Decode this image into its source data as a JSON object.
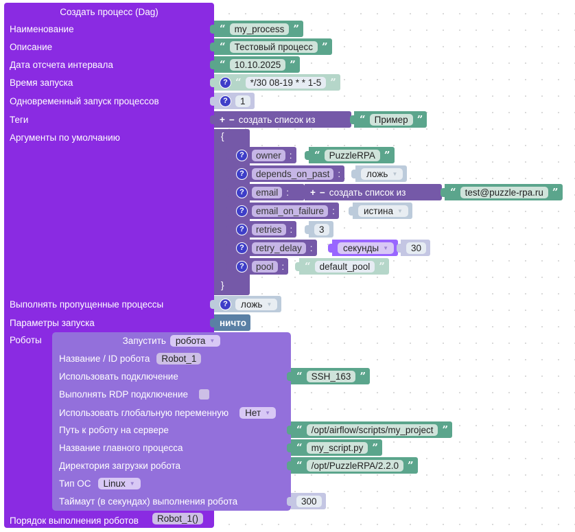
{
  "main": {
    "title": "Создать процесс (Dag)",
    "labels": {
      "name": "Наименование",
      "description": "Описание",
      "start_date": "Дата отсчета интервала",
      "schedule": "Время запуска",
      "max_active": "Одновременный запуск процессов",
      "tags": "Теги",
      "default_args": "Аргументы по умолчанию",
      "catchup": "Выполнять пропущенные процессы",
      "params": "Параметры запуска",
      "robots": "Роботы",
      "order": "Порядок выполнения роботов"
    },
    "values": {
      "name": "my_process",
      "description": "Тестовый процесс",
      "start_date": "10.10.2025",
      "schedule": "*/30 08-19 * * 1-5",
      "max_active": "1",
      "tags_list_label": "создать список из",
      "tag": "Пример",
      "catchup": "ложь",
      "params": "ничто",
      "order": "Robot_1()"
    }
  },
  "dict": {
    "open": "{",
    "close": "}",
    "entries": [
      {
        "key": "owner",
        "value": "PuzzleRPA"
      },
      {
        "key": "depends_on_past",
        "value": "ложь"
      },
      {
        "key": "email",
        "list_label": "создать список из",
        "value": "test@puzzle-rpa.ru"
      },
      {
        "key": "email_on_failure",
        "value": "истина"
      },
      {
        "key": "retries",
        "value": "3"
      },
      {
        "key": "retry_delay",
        "unit": "секунды",
        "value": "30"
      },
      {
        "key": "pool",
        "value": "default_pool"
      }
    ]
  },
  "robot": {
    "title": "Запустить",
    "type": "робота",
    "labels": {
      "id": "Название / ID робота",
      "connection": "Использовать подключение",
      "rdp": "Выполнять RDP подключение",
      "global_var": "Использовать глобальную переменную",
      "path": "Путь к роботу на сервере",
      "main_proc": "Название главного процесса",
      "dir": "Директория загрузки робота",
      "os": "Тип ОС",
      "timeout": "Таймаут (в секундах) выполнения робота"
    },
    "values": {
      "id": "Robot_1",
      "connection": "SSH_163",
      "global_var": "Нет",
      "path": "/opt/airflow/scripts/my_project",
      "main_proc": "my_script.py",
      "dir": "/opt/PuzzleRPA/2.2.0",
      "os": "Linux",
      "timeout": "300"
    }
  },
  "symbols": {
    "open_quote": "“",
    "close_quote": "”",
    "help": "?",
    "plus": "+",
    "minus": "−",
    "colon": ":",
    "arrow": "▼"
  }
}
